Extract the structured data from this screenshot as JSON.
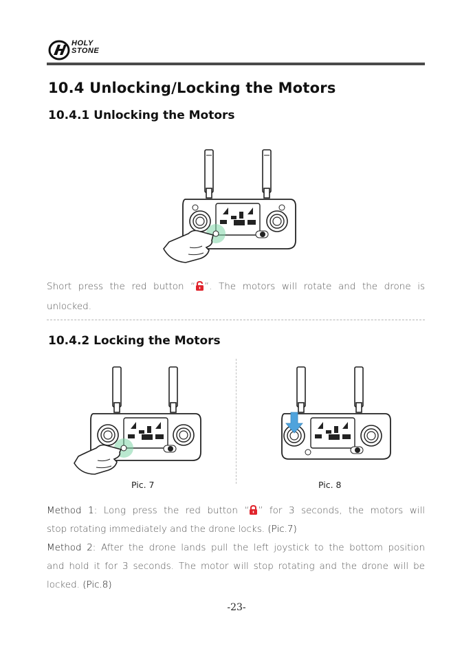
{
  "header": {
    "logo_line1": "HOLY",
    "logo_line2": "STONE"
  },
  "title": "10.4 Unlocking/Locking the Motors",
  "section1": {
    "heading": "10.4.1 Unlocking the Motors",
    "text_before": "Short press the red button “",
    "text_after": "”. The motors will rotate and the drone is",
    "text_line2": "unlocked."
  },
  "section2": {
    "heading": "10.4.2 Locking the Motors",
    "caption_left": "Pic. 7",
    "caption_right": "Pic. 8",
    "method1_label": "Method 1:",
    "method1_line1_a": " Long press the red button “",
    "method1_line1_b": "” for 3 seconds, the motors will",
    "method1_line2": "stop rotating immediately and the drone locks. ",
    "method1_ref": "(Pic.7)",
    "method2_label": "Method 2:",
    "method2_line1": " After the drone lands pull the left joystick to the bottom position",
    "method2_line2": "and hold it for 3 seconds. The motor will stop rotating and the drone will be",
    "method2_line3": "locked. ",
    "method2_ref": "(Pic.8)"
  },
  "page_number": "-23-",
  "colors": {
    "lock_red": "#e0242c",
    "press_highlight": "#7fd6a8",
    "arrow_blue": "#4fa3dc",
    "rule": "#4a4a4a"
  }
}
